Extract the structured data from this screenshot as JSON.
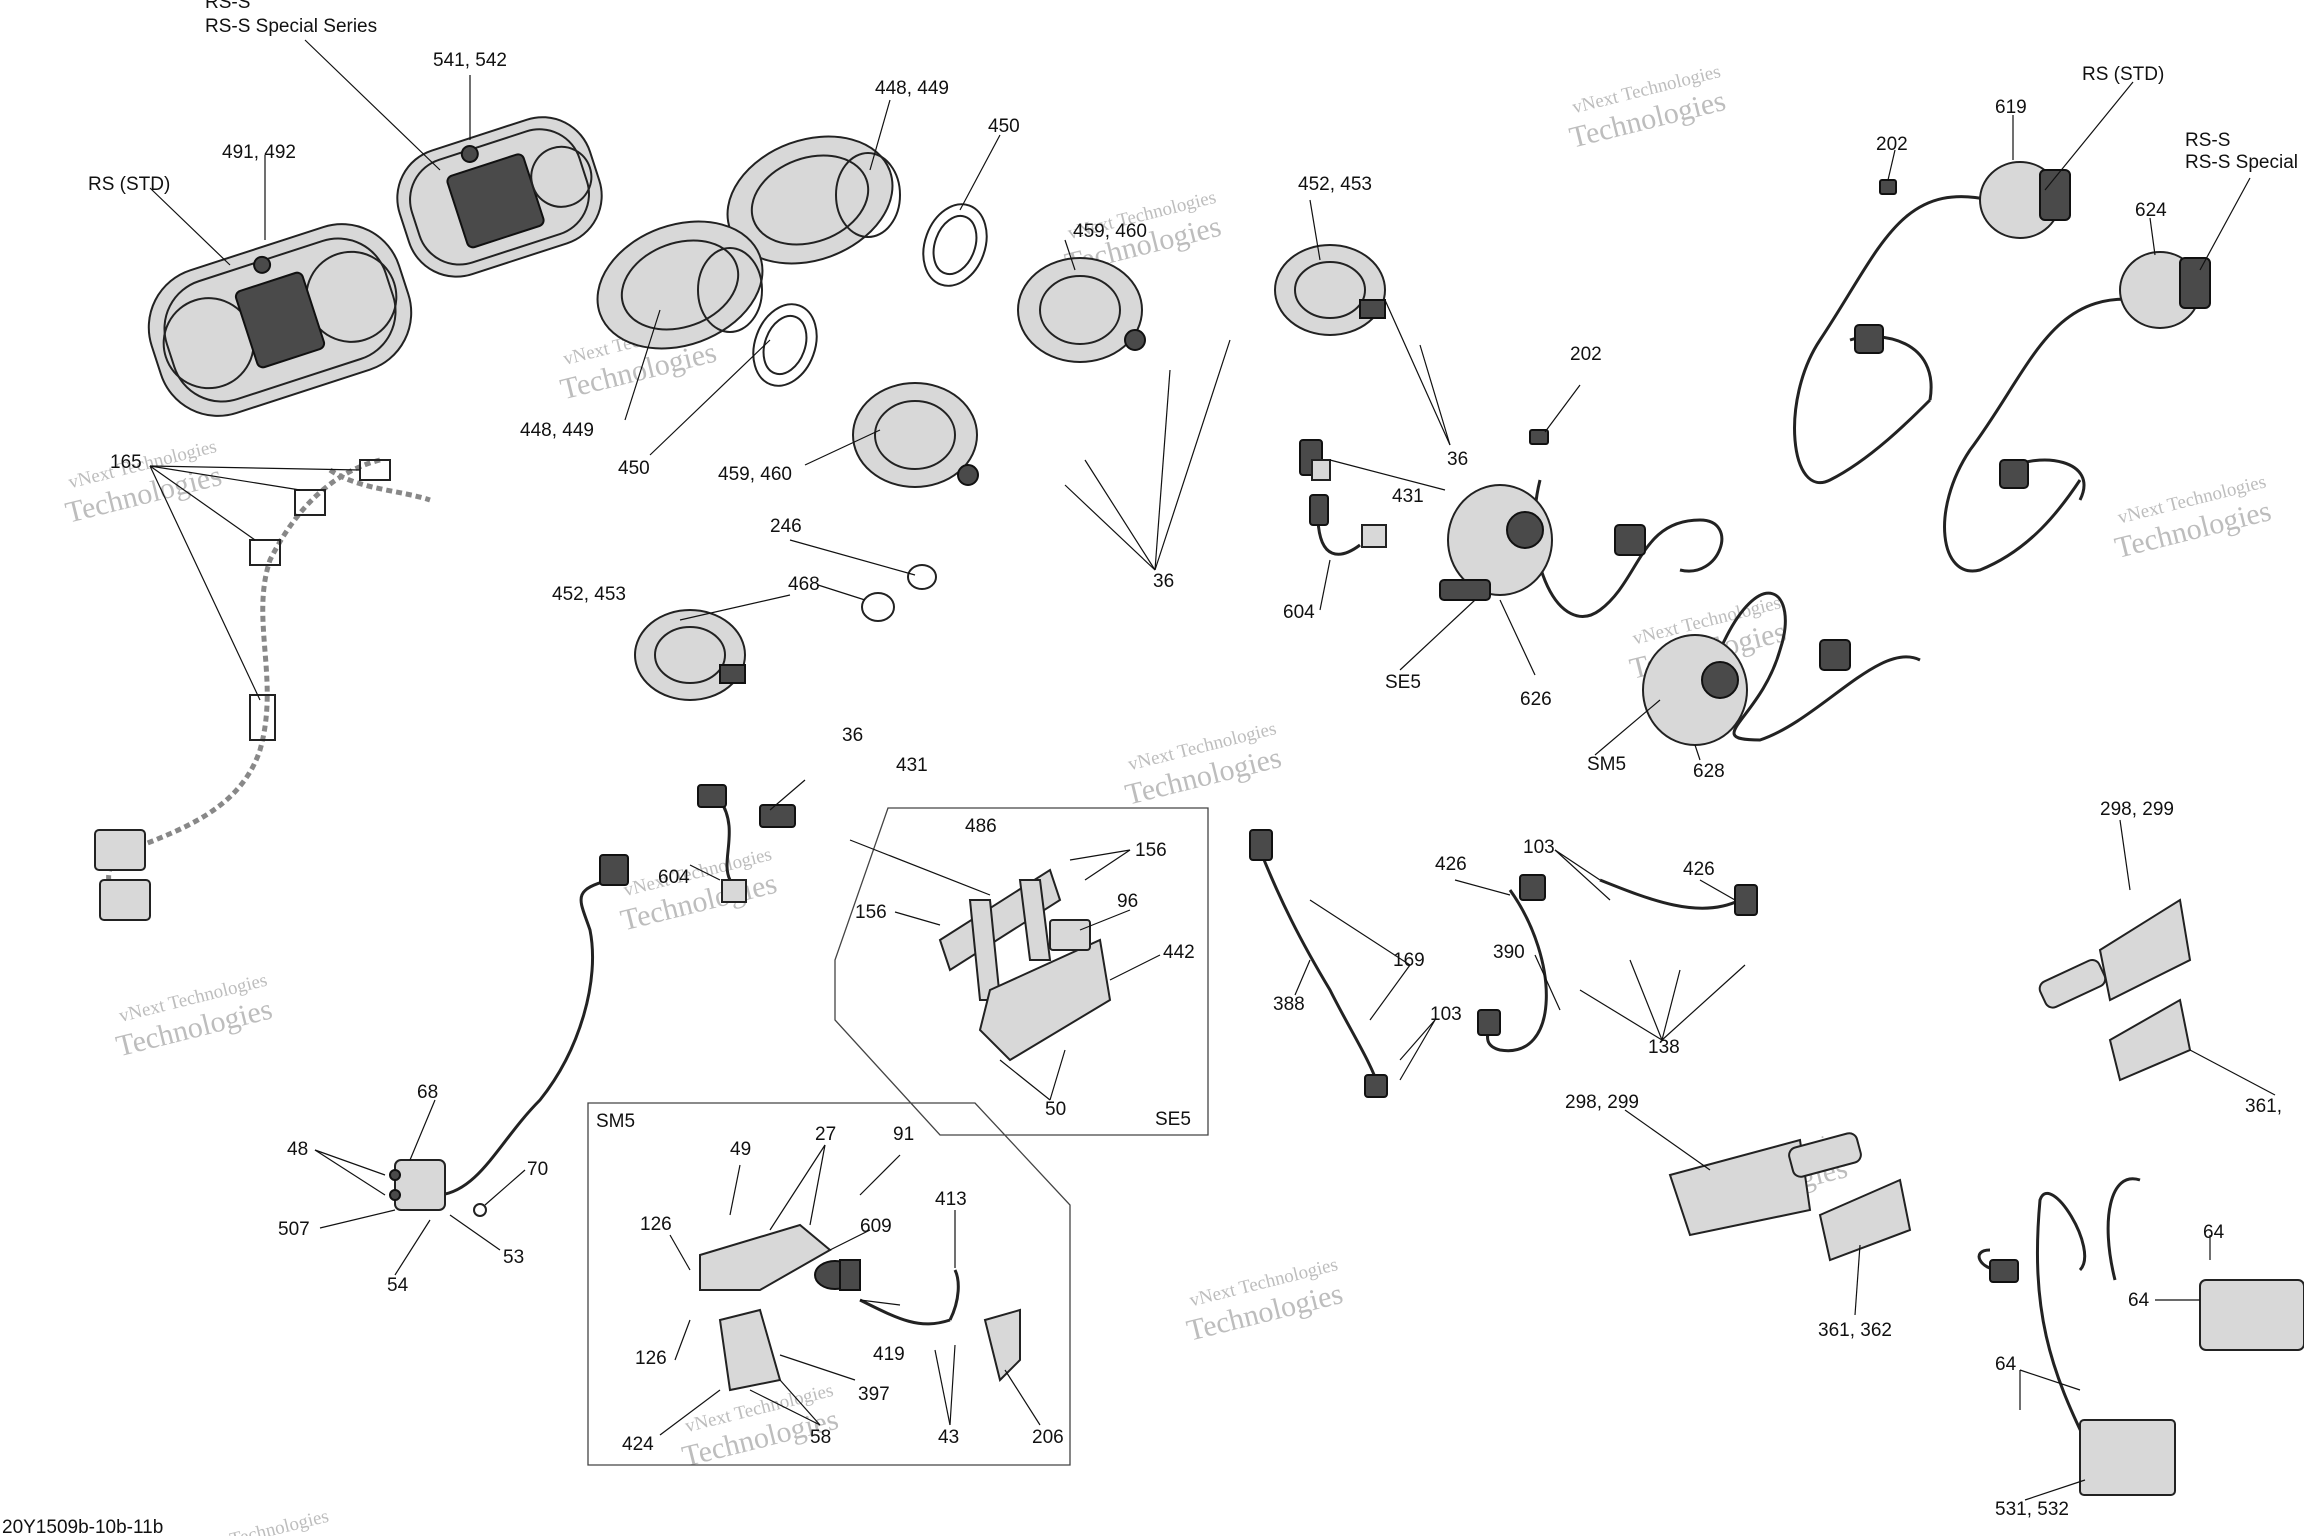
{
  "diagram_code": "20Y1509b-10b-11b",
  "watermark": {
    "line1": "vNext Technologies",
    "line2": "Technologies"
  },
  "variants": {
    "rs_std": "RS (STD)",
    "rs_s": "RS-S",
    "rs_s_special": "RS-S Special Series",
    "rs_s_special_cut": "RS-S Special"
  },
  "insets": {
    "se5": "SE5",
    "sm5": "SM5"
  },
  "callouts": {
    "c491_492": "491, 492",
    "c541_542": "541, 542",
    "c448_449": "448, 449",
    "c450": "450",
    "c459_460": "459, 460",
    "c452_453": "452, 453",
    "c36": "36",
    "c246": "246",
    "c468": "468",
    "c431": "431",
    "c604": "604",
    "c202": "202",
    "c619": "619",
    "c624": "624",
    "c626": "626",
    "c628": "628",
    "c165": "165",
    "c486": "486",
    "c156": "156",
    "c96": "96",
    "c442": "442",
    "c50": "50",
    "c68": "68",
    "c48": "48",
    "c70": "70",
    "c507": "507",
    "c53": "53",
    "c54": "54",
    "c49": "49",
    "c27": "27",
    "c91": "91",
    "c126": "126",
    "c609": "609",
    "c413": "413",
    "c419": "419",
    "c397": "397",
    "c424": "424",
    "c58": "58",
    "c43": "43",
    "c206": "206",
    "c426": "426",
    "c103": "103",
    "c169": "169",
    "c388": "388",
    "c390": "390",
    "c138": "138",
    "c298_299": "298, 299",
    "c361_362": "361, 362",
    "c361_cut": "361,",
    "c64": "64",
    "c531_532": "531, 532"
  }
}
